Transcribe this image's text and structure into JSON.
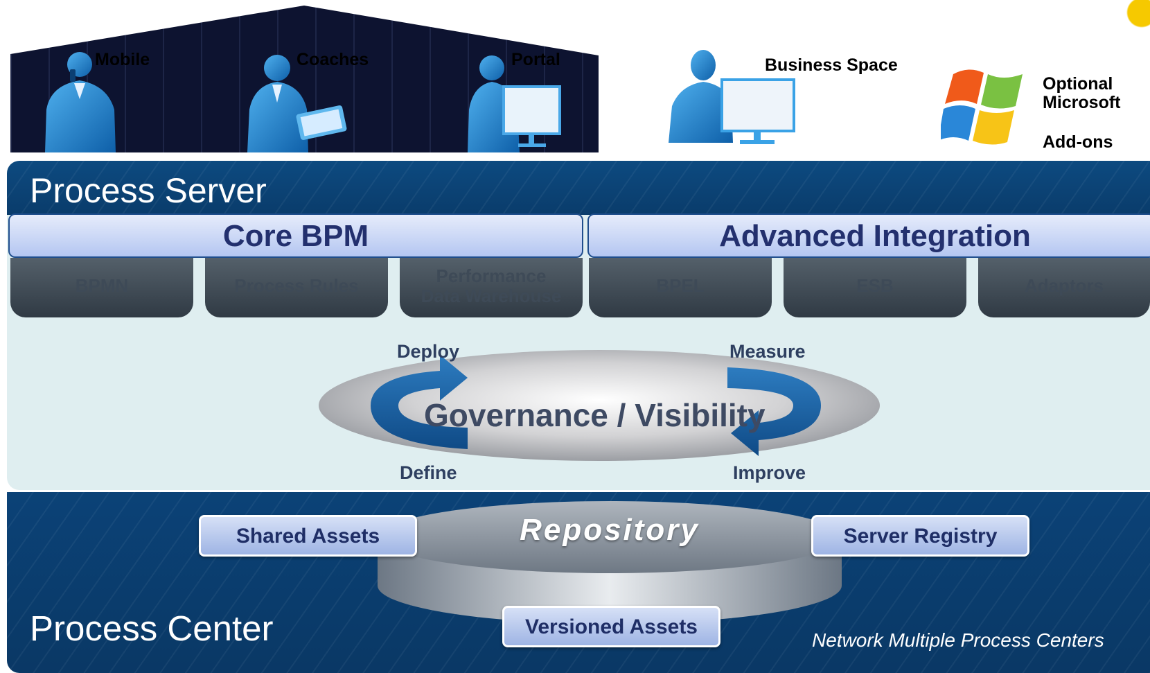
{
  "top": {
    "channels": [
      {
        "label": "Mobile",
        "icon": "phone-user-icon"
      },
      {
        "label": "Coaches",
        "icon": "tablet-user-icon"
      },
      {
        "label": "Portal",
        "icon": "desktop-user-icon"
      }
    ],
    "business_space": {
      "label": "Business Space",
      "icon": "monitor-user-icon"
    },
    "microsoft": {
      "line1": "Optional",
      "line2": "Microsoft",
      "line3": "Add-ons",
      "icon": "windows-logo-icon"
    }
  },
  "process_server": {
    "title": "Process Server",
    "groups": [
      {
        "label": "Core BPM",
        "components": [
          "BPMN",
          "Process Rules",
          "Performance Data Warehouse"
        ]
      },
      {
        "label": "Advanced Integration",
        "components": [
          "BPEL",
          "ESB",
          "Adaptors"
        ]
      }
    ],
    "perf_line1": "Performance",
    "perf_line2": "Data Warehouse",
    "cycle": {
      "center": "Governance / Visibility",
      "deploy": "Deploy",
      "measure": "Measure",
      "define": "Define",
      "improve": "Improve"
    }
  },
  "process_center": {
    "title": "Process Center",
    "repository": "Repository",
    "shared_assets": "Shared Assets",
    "server_registry": "Server Registry",
    "versioned_assets": "Versioned Assets",
    "footnote": "Network Multiple Process Centers"
  },
  "colors": {
    "navy": "#0b4277",
    "tab_text": "#23306e",
    "cycle_arrow": "#1a5d9c",
    "light_band": "#dfeef0"
  }
}
